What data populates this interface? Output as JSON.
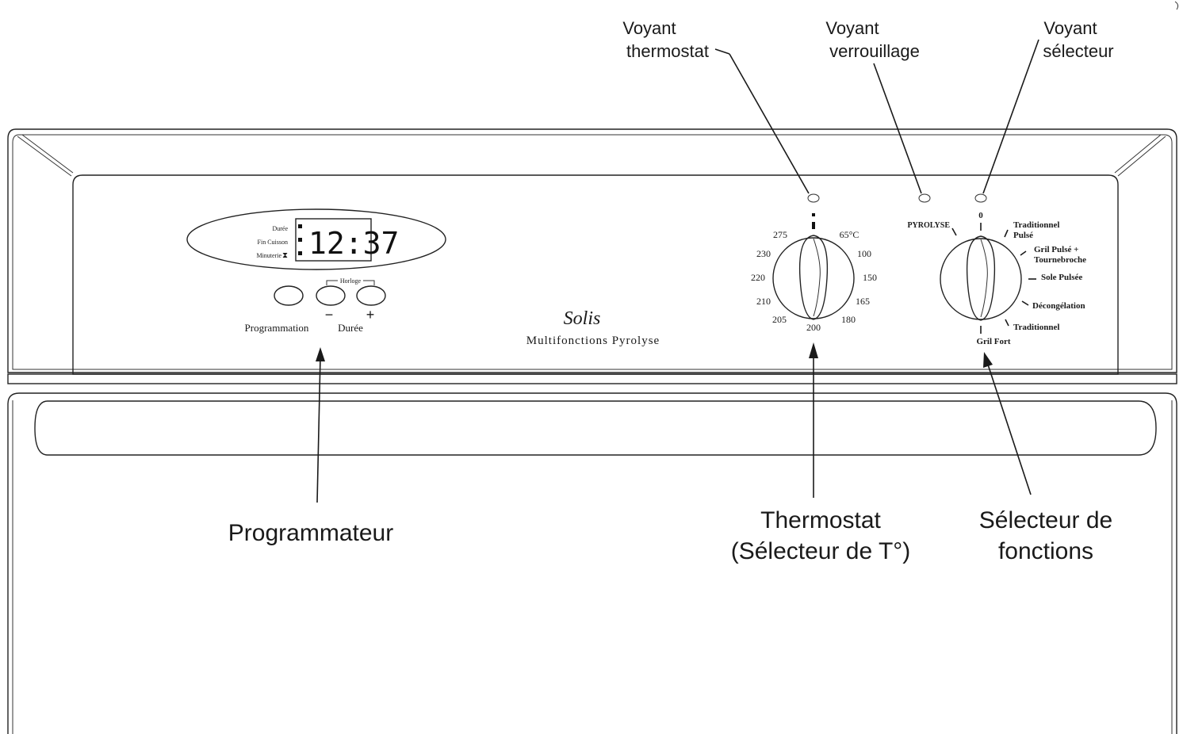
{
  "callouts": {
    "voyant_thermostat": [
      "Voyant",
      "thermostat"
    ],
    "voyant_verrouillage": [
      "Voyant",
      "verrouillage"
    ],
    "voyant_selecteur": [
      "Voyant",
      "sélecteur"
    ],
    "programmateur": "Programmateur",
    "thermostat": [
      "Thermostat",
      "(Sélecteur de T°)"
    ],
    "selecteur_fonctions": [
      "Sélecteur de",
      "fonctions"
    ]
  },
  "programmer": {
    "display_time": "12:37",
    "modes": [
      "Durée",
      "Fin Cuisson",
      "Minuterie"
    ],
    "horloge_label": "Horloge",
    "button_labels": {
      "programmation": "Programmation",
      "duree": "Durée",
      "minus": "−",
      "plus": "+"
    }
  },
  "brand": {
    "name": "Solis",
    "model": "Multifonctions Pyrolyse"
  },
  "thermostat_scale": [
    "65°C",
    "100",
    "150",
    "165",
    "180",
    "200",
    "205",
    "210",
    "220",
    "230",
    "275"
  ],
  "function_selector": {
    "pyrolyse": "PYROLYSE",
    "zero": "0",
    "traditionnel_pulse": [
      "Traditionnel",
      "Pulsé"
    ],
    "gril_pulse": [
      "Gril Pulsé +",
      "Tournebroche"
    ],
    "sole_pulsee": "Sole Pulsée",
    "decongelation": "Décongélation",
    "traditionnel": "Traditionnel",
    "gril_fort": "Gril Fort"
  }
}
